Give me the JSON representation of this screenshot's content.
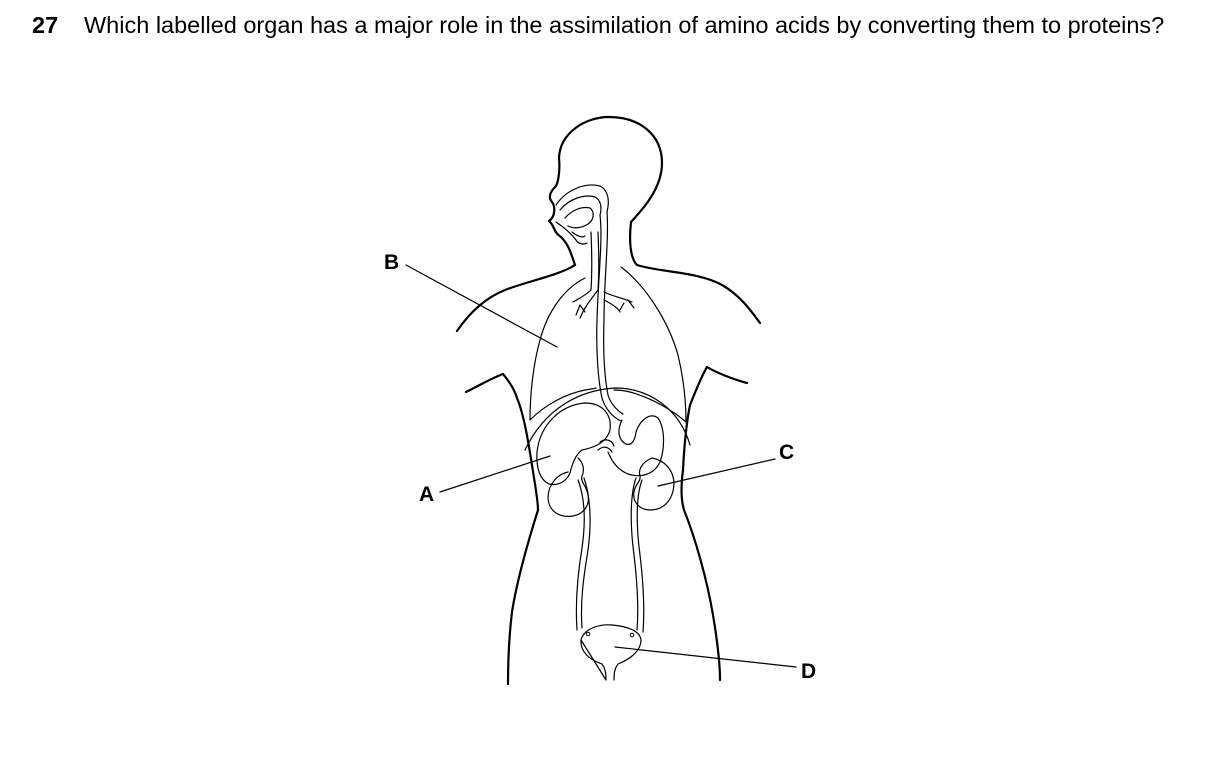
{
  "question": {
    "number": "27",
    "text": "Which labelled organ has a major role in the assimilation of amino acids by converting them to proteins?"
  },
  "diagram": {
    "labels": {
      "a": "A",
      "b": "B",
      "c": "C",
      "d": "D"
    }
  }
}
